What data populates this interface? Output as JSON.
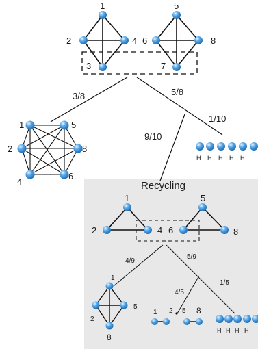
{
  "top": {
    "left_tetra": {
      "n1": "1",
      "n2": "2",
      "n3": "3",
      "n4": "4"
    },
    "right_tetra": {
      "n5": "5",
      "n6": "6",
      "n7": "7",
      "n8": "8"
    }
  },
  "branches": {
    "b1": "3/8",
    "b2": "5/8",
    "b3": "9/10",
    "b4": "1/10"
  },
  "hexagon": {
    "n1": "1",
    "n2": "2",
    "n4": "4",
    "n5": "5",
    "n6": "6",
    "n8": "8"
  },
  "h_chain": {
    "labels": [
      "H",
      "H",
      "H",
      "H",
      "H"
    ]
  },
  "recycling": {
    "title": "Recycling",
    "left_tri": {
      "n1": "1",
      "n2": "2",
      "n4": "4"
    },
    "right_tri": {
      "n5": "5",
      "n6": "6",
      "n8": "8"
    },
    "branches": {
      "b1": "4/9",
      "b2": "5/9",
      "b3": "4/5",
      "b4": "1/5"
    },
    "quad": {
      "n1": "1",
      "n2": "2",
      "n5": "5",
      "n8": "8"
    },
    "pairs": {
      "p1": "1",
      "p2": "2",
      "p5": "5",
      "p8": "8"
    },
    "h_chain": {
      "labels": [
        "H",
        "H",
        "H",
        "H"
      ]
    }
  },
  "colors": {
    "node": "#3a8fd6",
    "node_light": "#bfe3ff",
    "panel": "#e8e8e8"
  }
}
